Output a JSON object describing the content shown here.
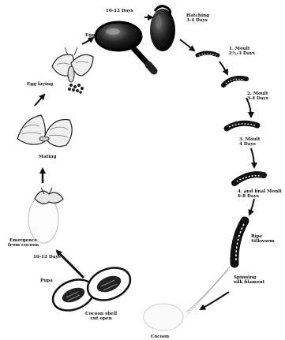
{
  "diagram": {
    "labels": {
      "egg": "Egg",
      "egg_days": "10-12 Days",
      "hatching": "Hatching\n3-4 Days",
      "moult1": "1. Moult\n2½-3 Days",
      "moult2": "2. Moult\n3-4 Days",
      "moult3": "3. Moult\n4 Days",
      "moult4": "4. and final Moult\n6-8 Days",
      "ripe": "Ripe\nSilkworm",
      "spinning": "Spinning\nsilk filament",
      "cocoon": "Cocoon",
      "cocoon_open": "Cocoon shell\ncut open",
      "pupa": "Pupa",
      "pupa_days": "10-12 Days",
      "emergence": "Emergence\nfrom cocoon",
      "mating": "Mating",
      "egg_laying": "Egg laying"
    }
  }
}
